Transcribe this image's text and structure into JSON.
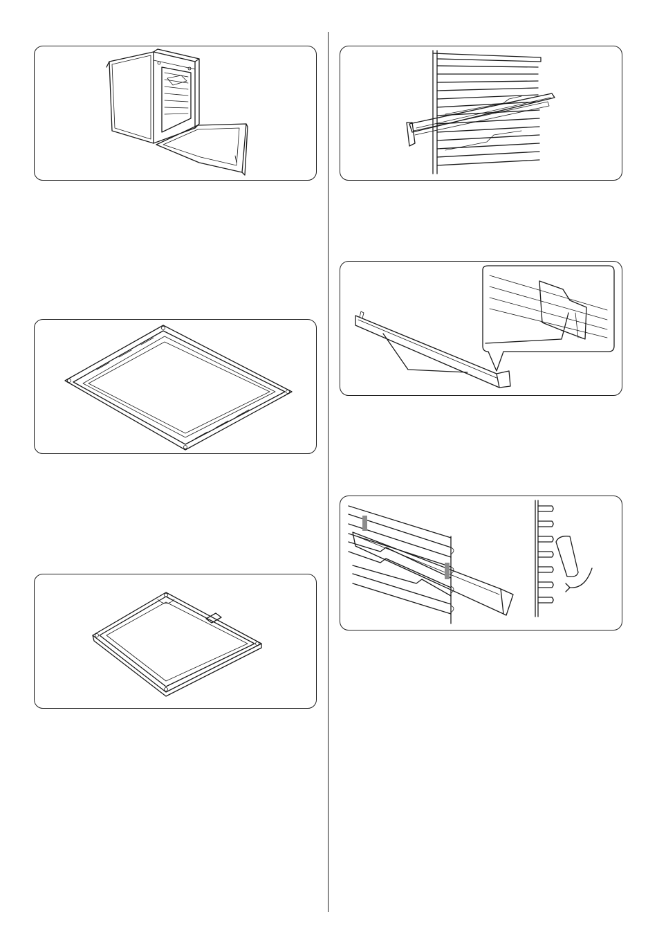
{
  "page": {
    "figures": [
      {
        "id": "oven-door-open",
        "label": ""
      },
      {
        "id": "wire-shelf-on-runners",
        "label": ""
      },
      {
        "id": "telescopic-runner-detail",
        "label": ""
      },
      {
        "id": "baking-tray",
        "label": ""
      },
      {
        "id": "runner-fitting",
        "label": ""
      },
      {
        "id": "deep-pan",
        "label": ""
      }
    ]
  },
  "colors": {
    "line": "#1a1a1a",
    "marker": "#8c8c8c",
    "background": "#ffffff"
  }
}
